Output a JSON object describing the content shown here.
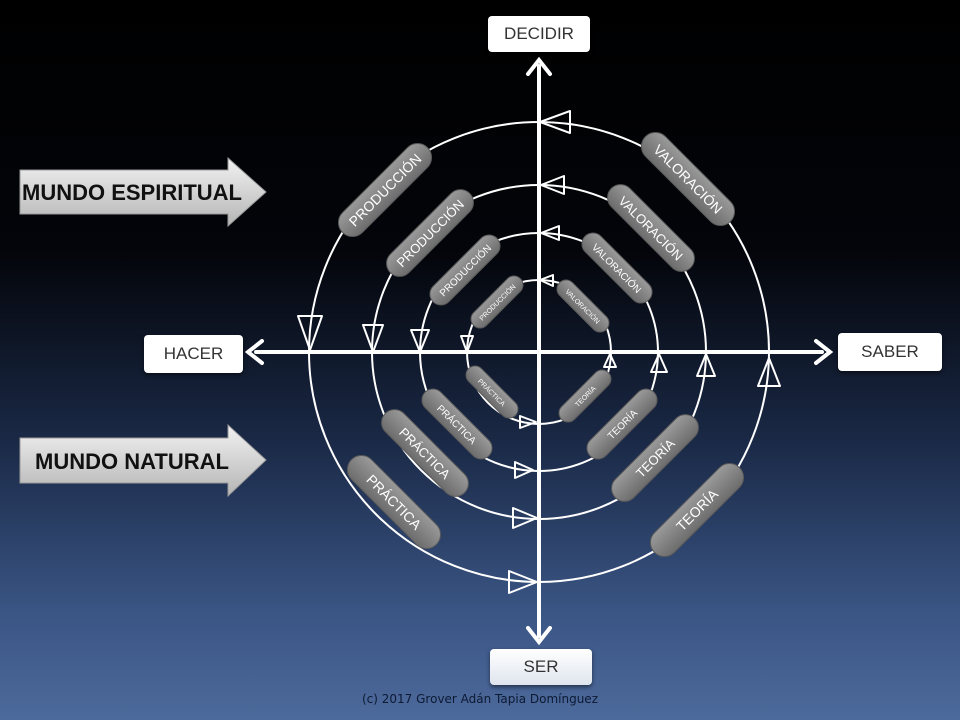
{
  "axes": {
    "top": "DECIDIR",
    "bottom": "SER",
    "left": "HACER",
    "right": "SABER"
  },
  "worlds": {
    "spiritual": "MUNDO ESPIRITUAL",
    "natural": "MUNDO NATURAL"
  },
  "quadrants": {
    "upper_left": "PRODUCCIÓN",
    "upper_right": "VALORACIÓN",
    "lower_left": "PRÁCTICA",
    "lower_right": "TEORÍA"
  },
  "rings": 4,
  "copyright": "(c) 2017 Grover Adán Tapia Domínguez",
  "colors": {
    "pill": "#7f7f7f",
    "line": "#ffffff",
    "label_bg": "#ffffff",
    "arrow_fill": "#d9d9d9"
  }
}
